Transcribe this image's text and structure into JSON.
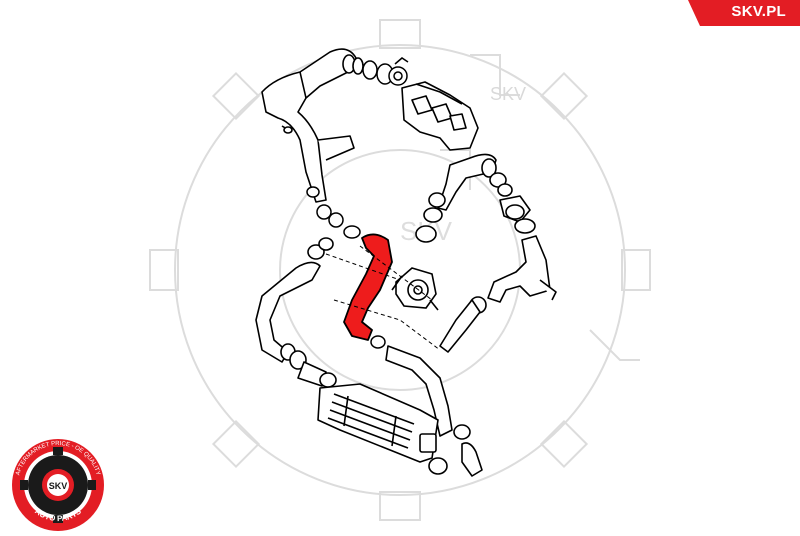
{
  "brand": {
    "banner_text": "SKV.PL",
    "banner_color": "#e31d24"
  },
  "watermark": {
    "text": "SKV",
    "color": "#d9d9d9"
  },
  "badge": {
    "ring_top_text": "AFTERMARKET PRICE - OE QUALITY",
    "ring_bottom_text": "AUTO PARTS",
    "center_text": "SKV",
    "ring_color": "#e31d24",
    "gear_color": "#1a1a1a"
  },
  "diagram": {
    "highlight_color": "#ee1c1c",
    "line_color": "#000000",
    "highlighted_part": "intercooler-hose"
  }
}
